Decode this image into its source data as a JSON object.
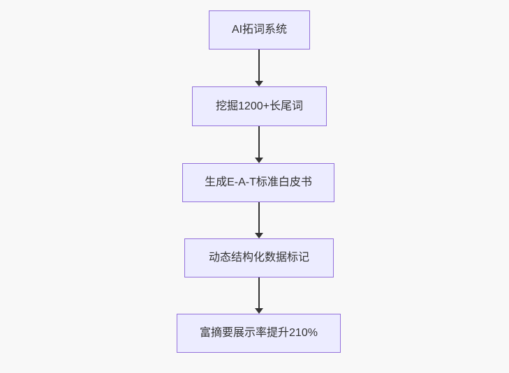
{
  "canvas": {
    "background_color": "#f8f8f8"
  },
  "diagram": {
    "type": "flowchart",
    "direction": "top-to-bottom",
    "node_fill_color": "#ececff",
    "node_border_color": "#9370db",
    "node_text_color": "#333333",
    "edge_color": "#333333",
    "nodes": [
      {
        "label": "AI拓词系统"
      },
      {
        "label": "挖掘1200+长尾词"
      },
      {
        "label": "生成E-A-T标准白皮书"
      },
      {
        "label": "动态结构化数据标记"
      },
      {
        "label": "富摘要展示率提升210%"
      }
    ],
    "edges": [
      {
        "from": "AI拓词系统",
        "to": "挖掘1200+长尾词"
      },
      {
        "from": "挖掘1200+长尾词",
        "to": "生成E-A-T标准白皮书"
      },
      {
        "from": "生成E-A-T标准白皮书",
        "to": "动态结构化数据标记"
      },
      {
        "from": "动态结构化数据标记",
        "to": "富摘要展示率提升210%"
      }
    ]
  }
}
